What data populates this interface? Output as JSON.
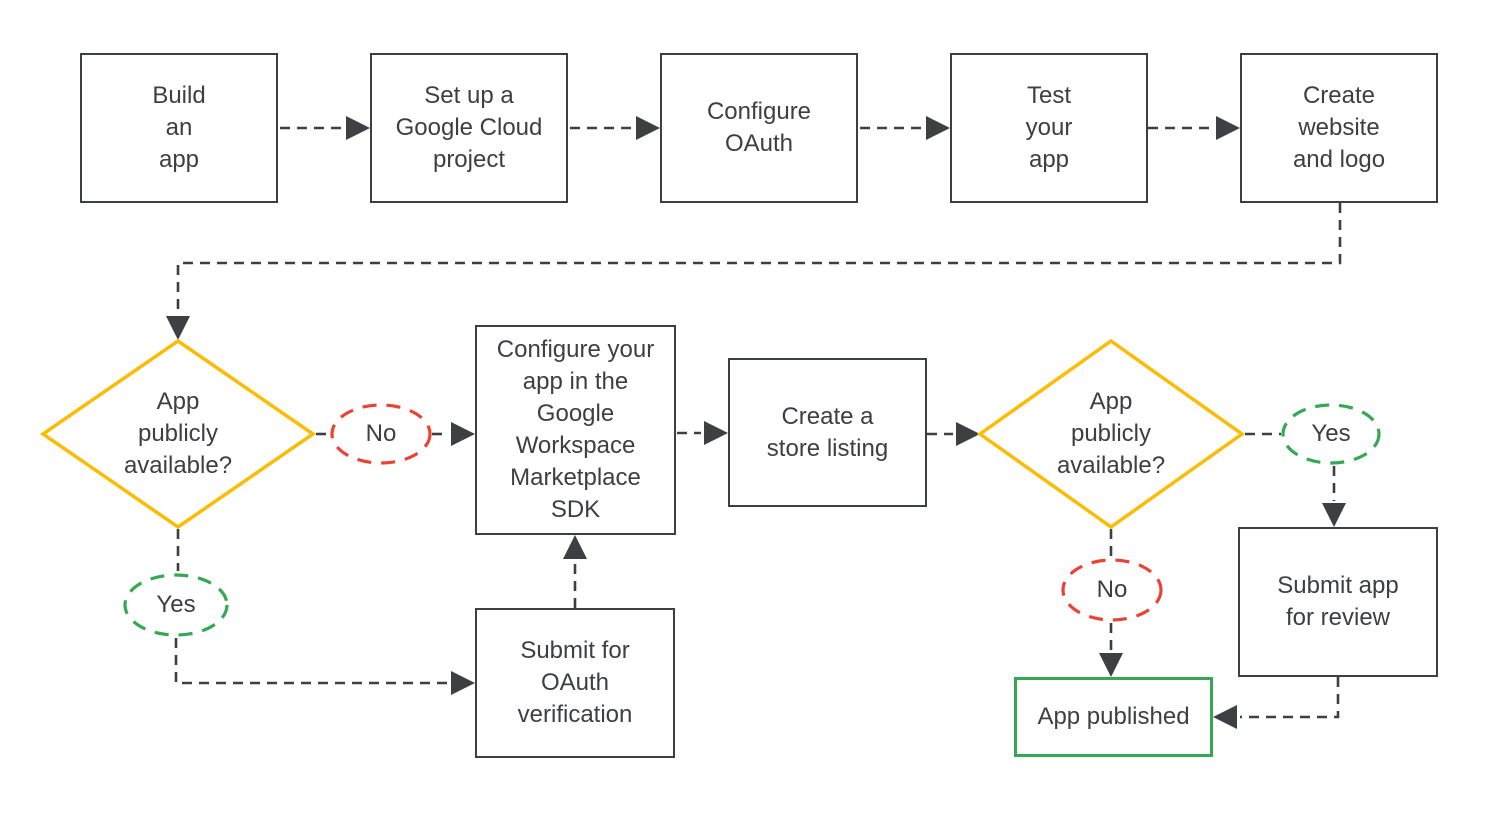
{
  "colors": {
    "ink": "#3C4043",
    "yellow": "#FBBC04",
    "red": "#EA4335",
    "green": "#34A853"
  },
  "top_row": [
    {
      "label": "Build\nan\napp"
    },
    {
      "label": "Set up a\nGoogle Cloud\nproject"
    },
    {
      "label": "Configure\nOAuth"
    },
    {
      "label": "Test\nyour\napp"
    },
    {
      "label": "Create\nwebsite\nand logo"
    }
  ],
  "decision1": {
    "label": "App\npublicly\navailable?",
    "no_label": "No",
    "yes_label": "Yes"
  },
  "configure_sdk": {
    "label": "Configure your\napp in the\nGoogle\nWorkspace\nMarketplace\nSDK"
  },
  "store_listing": {
    "label": "Create a\nstore listing"
  },
  "decision2": {
    "label": "App\npublicly\navailable?",
    "yes_label": "Yes",
    "no_label": "No"
  },
  "submit_review": {
    "label": "Submit app\nfor review"
  },
  "submit_oauth": {
    "label": "Submit for\nOAuth\nverification"
  },
  "app_published": {
    "label": "App published"
  }
}
